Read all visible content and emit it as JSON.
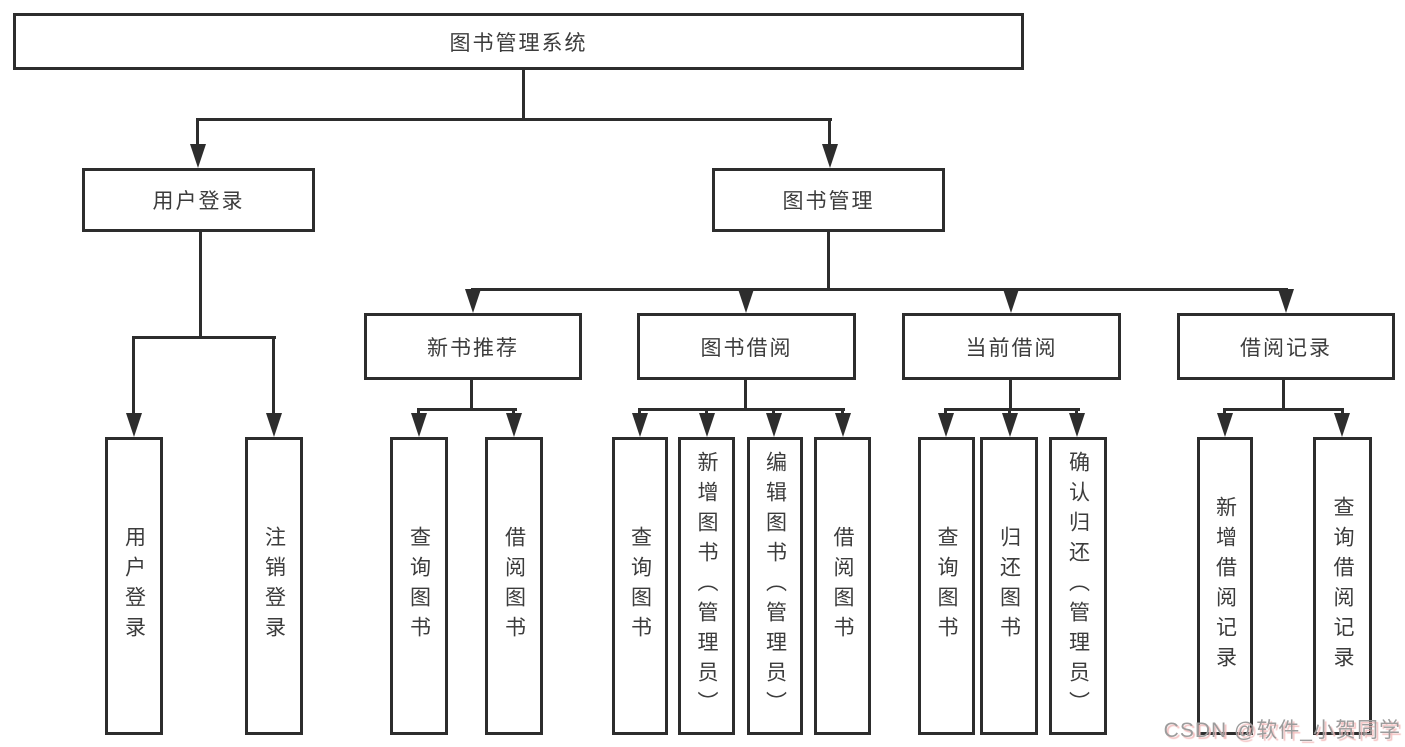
{
  "diagram": {
    "root": {
      "label": "图书管理系统"
    },
    "branches": {
      "user_login": {
        "label": "用户登录",
        "children": [
          "用户登录",
          "注销登录"
        ]
      },
      "book_mgmt": {
        "label": "图书管理",
        "sections": {
          "new_books": {
            "label": "新书推荐",
            "children": [
              "查询图书",
              "借阅图书"
            ]
          },
          "borrowing": {
            "label": "图书借阅",
            "children": [
              "查询图书",
              "新增图书（管理员）",
              "编辑图书（管理员）",
              "借阅图书"
            ]
          },
          "current": {
            "label": "当前借阅",
            "children": [
              "查询图书",
              "归还图书",
              "确认归还（管理员）"
            ]
          },
          "records": {
            "label": "借阅记录",
            "children": [
              "新增借阅记录",
              "查询借阅记录"
            ]
          }
        }
      }
    },
    "colors": {
      "line": "#2d2d2d",
      "text": "#3c3c3c",
      "background": "#ffffff"
    }
  },
  "watermark": {
    "text": "CSDN @软件_小贺同学",
    "color": "#9c9c9c",
    "shadow_color": "#f3c0c0"
  }
}
